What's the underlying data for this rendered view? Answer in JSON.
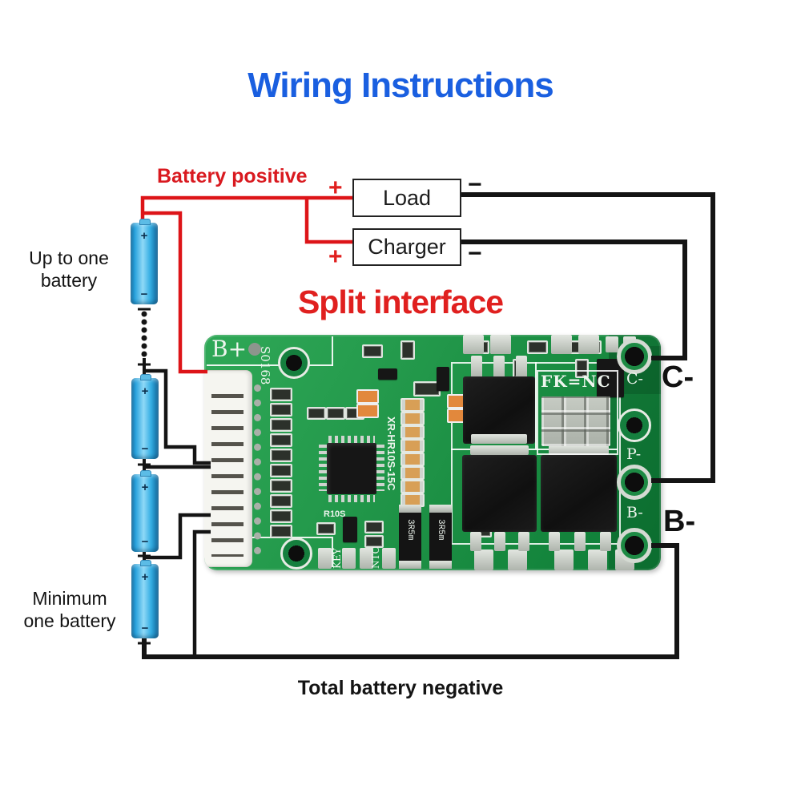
{
  "title": "Wiring Instructions",
  "section_title": "Split interface",
  "annotations": {
    "battery_positive": "Battery positive",
    "up_to_one_battery_line1": "Up to one",
    "up_to_one_battery_line2": "battery",
    "minimum_battery_line1": "Minimum",
    "minimum_battery_line2": "one battery",
    "total_battery_negative": "Total battery negative",
    "c_minus_label": "C-",
    "b_minus_label": "B-"
  },
  "devices": {
    "load": "Load",
    "charger": "Charger",
    "plus": "+",
    "minus": "−"
  },
  "battery_symbols": {
    "plus": "+",
    "minus": "−"
  },
  "pcb_silkscreen": {
    "b_plus": "B+",
    "b_minus": "B-",
    "serial": "S0168",
    "model": "XR-HR10S-15C",
    "r10s": "R10S",
    "key": "KEY",
    "ntc": "NTC",
    "jumper": "FK=NC",
    "pad_c": "C-",
    "pad_p": "P-",
    "pad_b": "B-",
    "shunt_value": "3R5m"
  },
  "colors": {
    "title_blue": "#1a5fe0",
    "accent_red": "#e0201f",
    "wire_red": "#dd1418",
    "wire_black": "#141414",
    "pcb_green": "#22994c",
    "battery_blue": "#2baae2"
  }
}
